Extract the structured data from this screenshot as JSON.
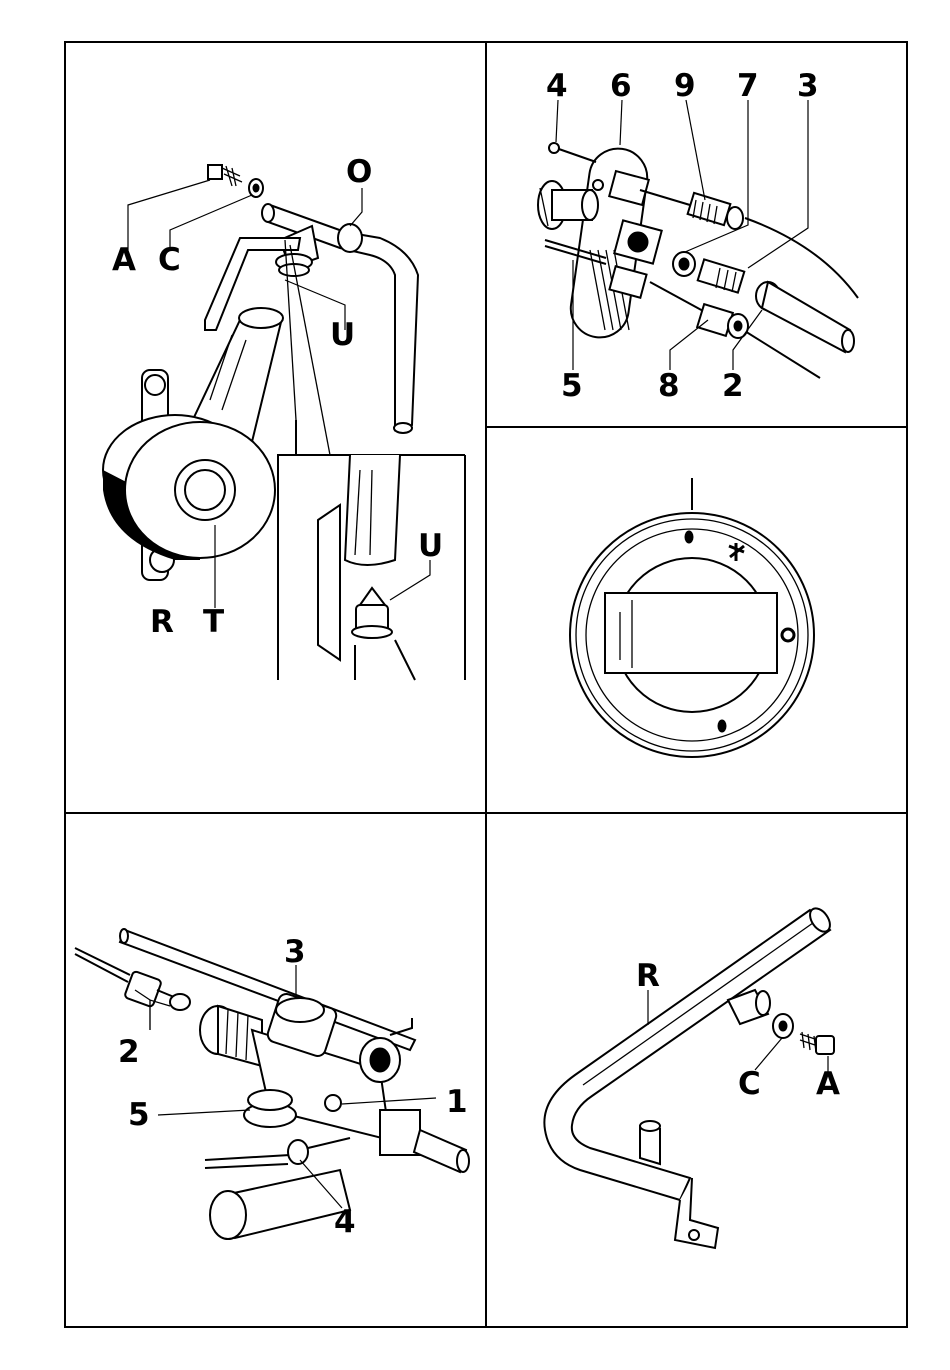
{
  "panels": {
    "burner": {
      "labels": [
        "A",
        "C",
        "O",
        "U",
        "U",
        "R",
        "T"
      ]
    },
    "thermocouple": {
      "top_labels": [
        "4",
        "6",
        "9",
        "7",
        "3"
      ],
      "bottom_labels": [
        "5",
        "8",
        "2"
      ]
    },
    "knob": {
      "symbols": [
        "pilot-mark",
        "spark-mark",
        "off-mark",
        "flame-mark"
      ]
    },
    "valve": {
      "labels": [
        "3",
        "2",
        "1",
        "5",
        "4"
      ]
    },
    "tube": {
      "labels": [
        "R",
        "C",
        "A"
      ]
    }
  }
}
